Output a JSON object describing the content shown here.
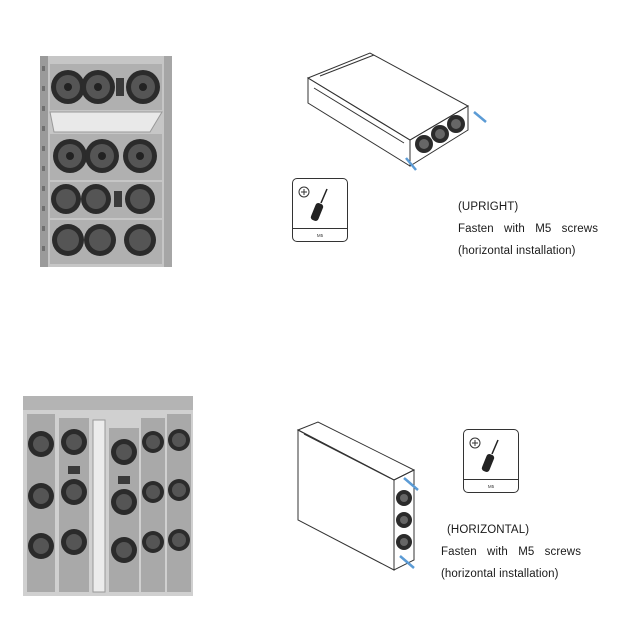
{
  "sections": [
    {
      "id": "upright",
      "tool_icon": "screwdriver-icon",
      "tool_label": "M5",
      "caption": {
        "title": "(UPRIGHT)",
        "line2": "Fasten with M5 screws",
        "line3": "(horizontal installation)"
      }
    },
    {
      "id": "horizontal",
      "tool_icon": "screwdriver-icon",
      "tool_label": "M5",
      "caption": {
        "title": "(HORIZONTAL)",
        "line2": "Fasten with M5 screws",
        "line3": "(horizontal installation)"
      }
    }
  ],
  "colors": {
    "photo_bg": "#c9c9c9",
    "cabinet_frame": "#b9b9b9",
    "fan_dark": "#2b2b2b",
    "arrow_blue": "#5b9bd5"
  }
}
